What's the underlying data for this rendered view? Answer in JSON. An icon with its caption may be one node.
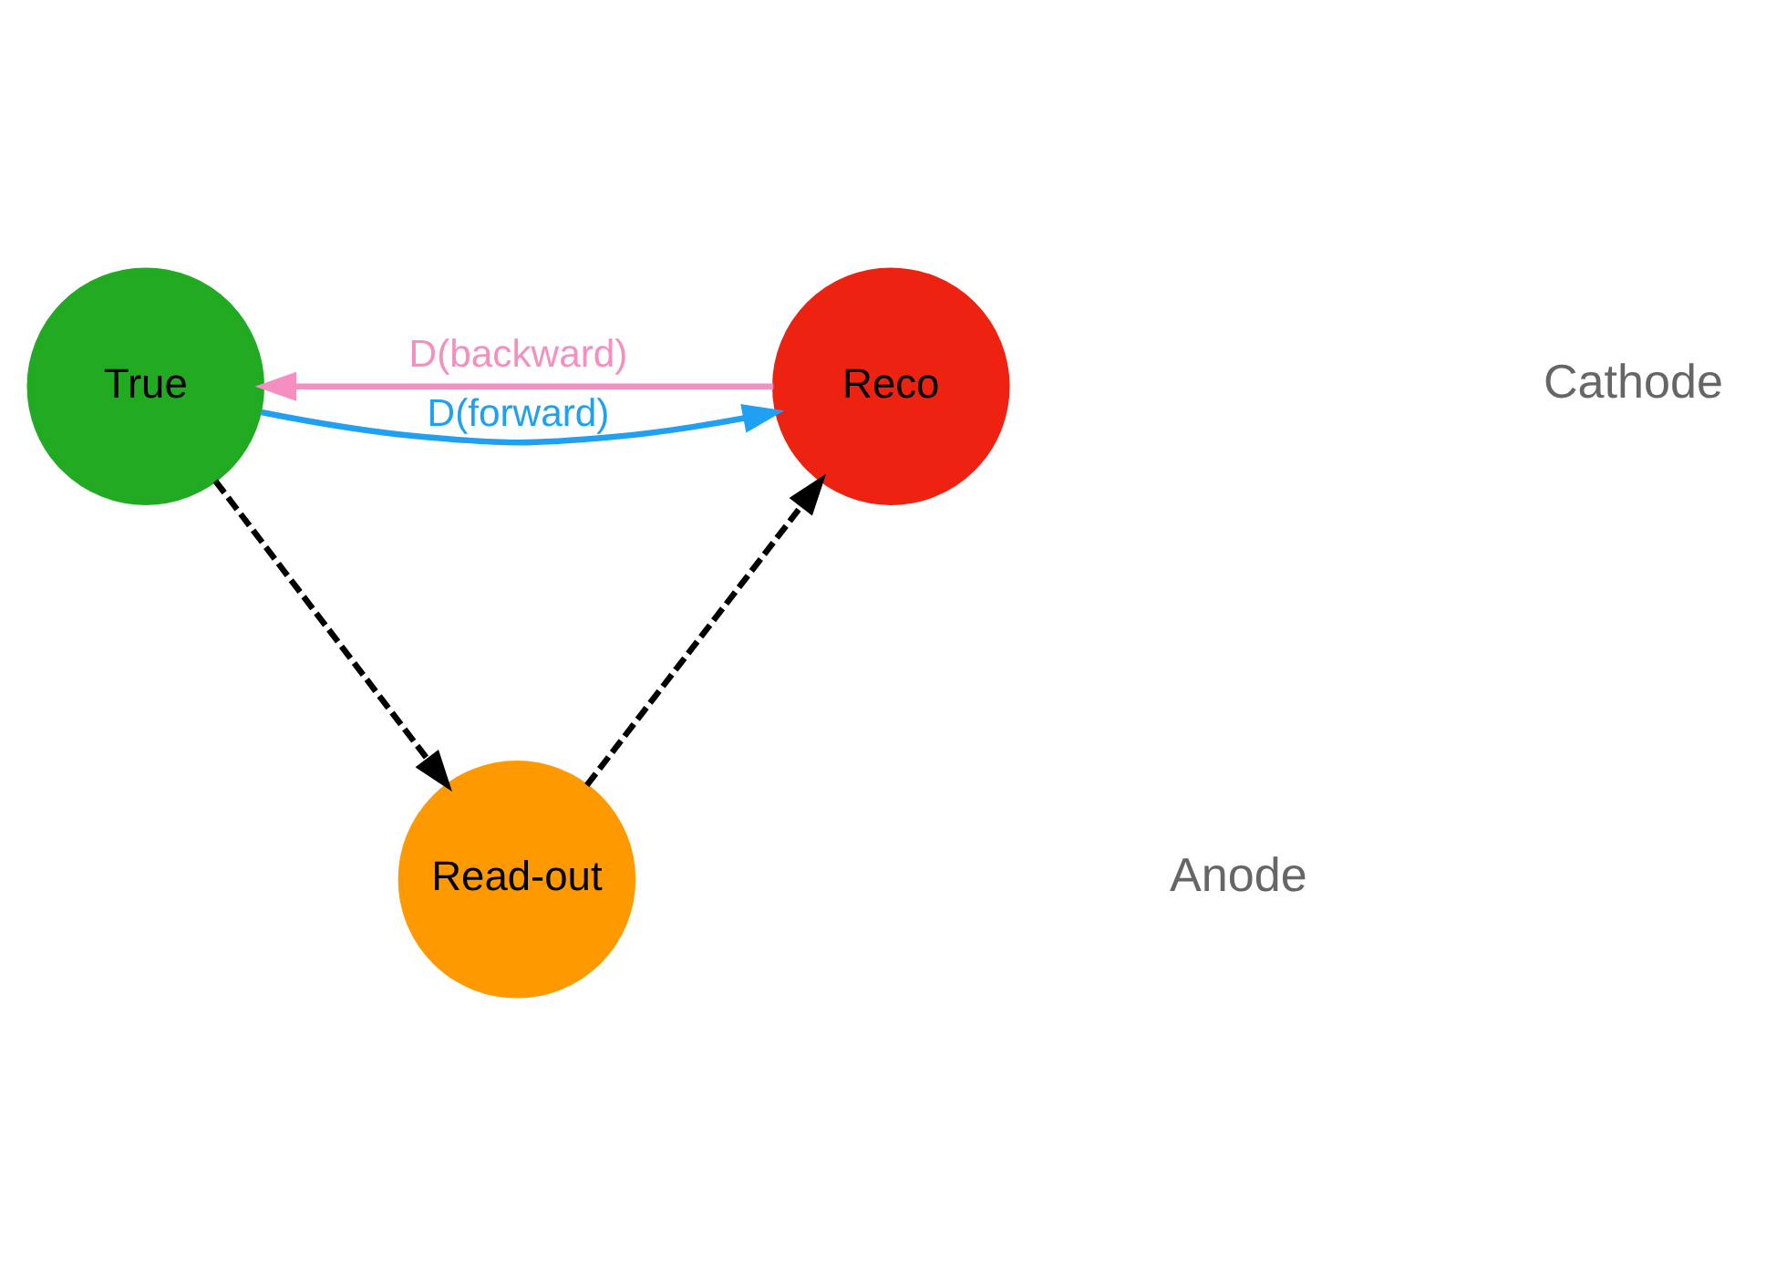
{
  "diagram": {
    "nodes": [
      {
        "text": [
          "True"
        ]
      },
      {
        "text": [
          "Reco"
        ]
      },
      {
        "text": [
          "Read-out"
        ]
      }
    ],
    "edges": [
      {
        "from": 1,
        "to": 0,
        "arrow": "to",
        "label": "D(backward)",
        "color": "#f48fc0"
      },
      {
        "from": 0,
        "to": 1,
        "arrow": "to",
        "label": "D(forward)",
        "color": "#1fa0f0"
      },
      {
        "from": 0,
        "to": 2,
        "arrow": "to",
        "style": "dashed"
      },
      {
        "from": 2,
        "to": 1,
        "arrow": "to",
        "style": "dashed"
      }
    ],
    "labels": [
      "Cathode",
      "Anode"
    ]
  }
}
